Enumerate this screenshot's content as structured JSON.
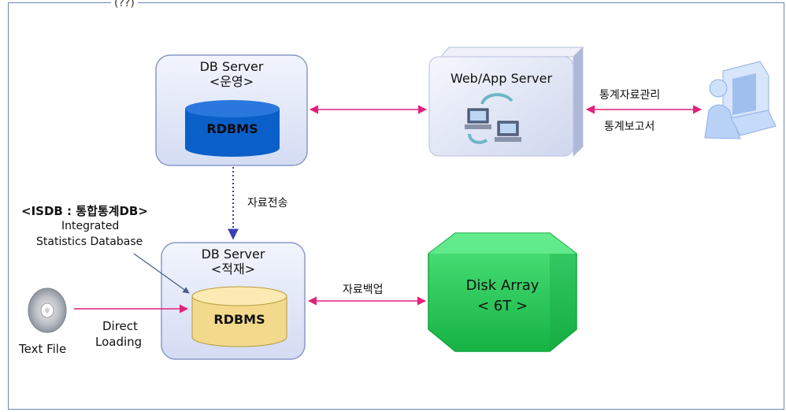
{
  "top_fragment": "(??)",
  "db_server_top": {
    "title": "DB Server",
    "subtitle": "<운영>",
    "db": "RDBMS"
  },
  "db_server_bottom": {
    "title": "DB Server",
    "subtitle": "<적재>",
    "db": "RDBMS"
  },
  "web_app_server": {
    "title": "Web/App Server"
  },
  "disk_array": {
    "line1": "Disk Array",
    "line2": "< 6T >"
  },
  "isdb": {
    "title": "<ISDB : 통합통계DB>",
    "line1": "Integrated",
    "line2": "Statistics Database"
  },
  "links": {
    "transfer": "자료전송",
    "backup": "자료백업",
    "stat_mgmt": "통계자료관리",
    "stat_report": "통계보고서",
    "direct_line1": "Direct",
    "direct_line2": "Loading"
  },
  "text_file": {
    "label": "Text File"
  },
  "colors": {
    "server_box_fill": "#dfe6f7",
    "server_box_border": "#8a98c8",
    "db_blue": "#0b5fc9",
    "db_yellow": "#f3d98b",
    "disk_green": "#22d05a",
    "arrow_pink": "#e2207a",
    "dotted_blue": "#3a3fb6"
  }
}
